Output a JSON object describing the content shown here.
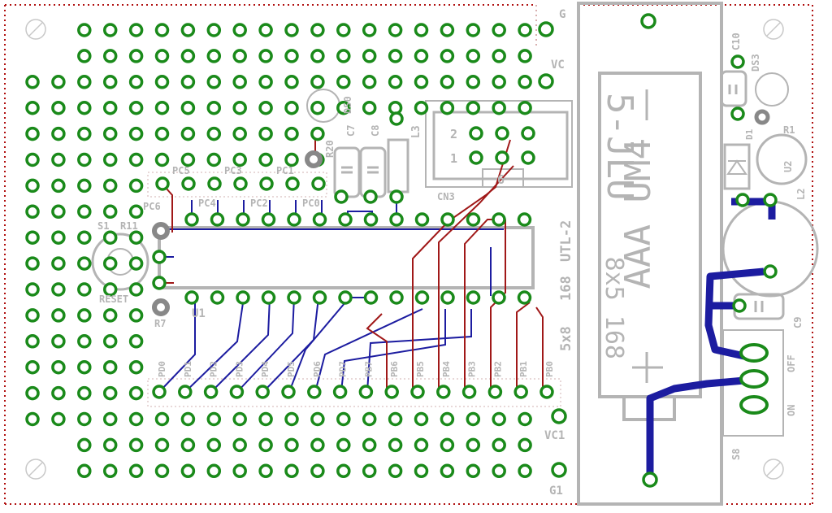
{
  "board": {
    "background": "#ffffff",
    "colors": {
      "pad": "#1a8a1a",
      "silk": "#b4b4b4",
      "top_trace": "#a01818",
      "bottom_trace": "#1c1ca0",
      "outline": "#b01010"
    }
  },
  "labels": {
    "g": "G",
    "vc": "VC",
    "vc1": "VC1",
    "g1": "G1",
    "pc5": "PC5",
    "pc3": "PC3",
    "pc1": "PC1",
    "pc6": "PC6",
    "pc4": "PC4",
    "pc2": "PC2",
    "pc0": "PC0",
    "s1": "S1",
    "r11": "R11",
    "reset": "RESET",
    "r7": "R7",
    "u1": "U1",
    "r20": "R20",
    "ds0": "DS0",
    "c7": "C7",
    "c8": "C8",
    "l3": "L3",
    "cn3": "CN3",
    "cn_pin2": "2",
    "cn_pin1": "1",
    "cn_pin6": "6",
    "utl2": "UTL-2",
    "n168": "168",
    "n5x8": "5x8",
    "c10": "C10",
    "ds3": "DS3",
    "r1": "R1",
    "d1": "D1",
    "u2": "U2",
    "l2": "L2",
    "c9": "C9",
    "off": "OFF",
    "on": "ON",
    "s8": "S8",
    "batt_line1": "5-JLU",
    "batt_line2": "AAA UM4",
    "batt_line3": "8x5 168",
    "batt_minus": "−",
    "batt_plus": "+",
    "pd_pins": [
      "PD0",
      "PD1",
      "PD2",
      "PD3",
      "PD4",
      "PD5",
      "PD6",
      "PD7",
      "PB7",
      "PB6",
      "PB5",
      "PB4",
      "PB3",
      "PB2",
      "PB1",
      "PB0"
    ]
  }
}
